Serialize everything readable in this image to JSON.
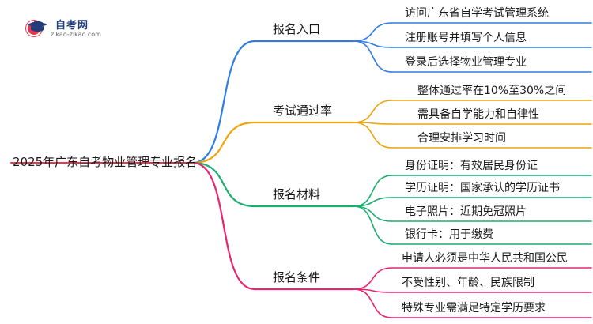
{
  "logo": {
    "title": "自考网",
    "url": "zikao-zikao.com"
  },
  "colors": {
    "root_line": "#e8384f",
    "b1": "#2f7de1",
    "b2": "#f0a30a",
    "b3": "#1aae6f",
    "b4": "#e8256f"
  },
  "root": {
    "label": "2025年广东自考物业管理专业报名"
  },
  "branches": [
    {
      "label": "报名入口",
      "leaves": [
        "访问广东省自学考试管理系统",
        "注册账号并填写个人信息",
        "登录后选择物业管理专业"
      ]
    },
    {
      "label": "考试通过率",
      "leaves": [
        "整体通过率在10%至30%之间",
        "需具备自学能力和自律性",
        "合理安排学习时间"
      ]
    },
    {
      "label": "报名材料",
      "leaves": [
        "身份证明：有效居民身份证",
        "学历证明：国家承认的学历证书",
        "电子照片：近期免冠照片",
        "银行卡：用于缴费"
      ]
    },
    {
      "label": "报名条件",
      "leaves": [
        "申请人必须是中华人民共和国公民",
        "不受性别、年龄、民族限制",
        "特殊专业需满足特定学历要求"
      ]
    }
  ]
}
